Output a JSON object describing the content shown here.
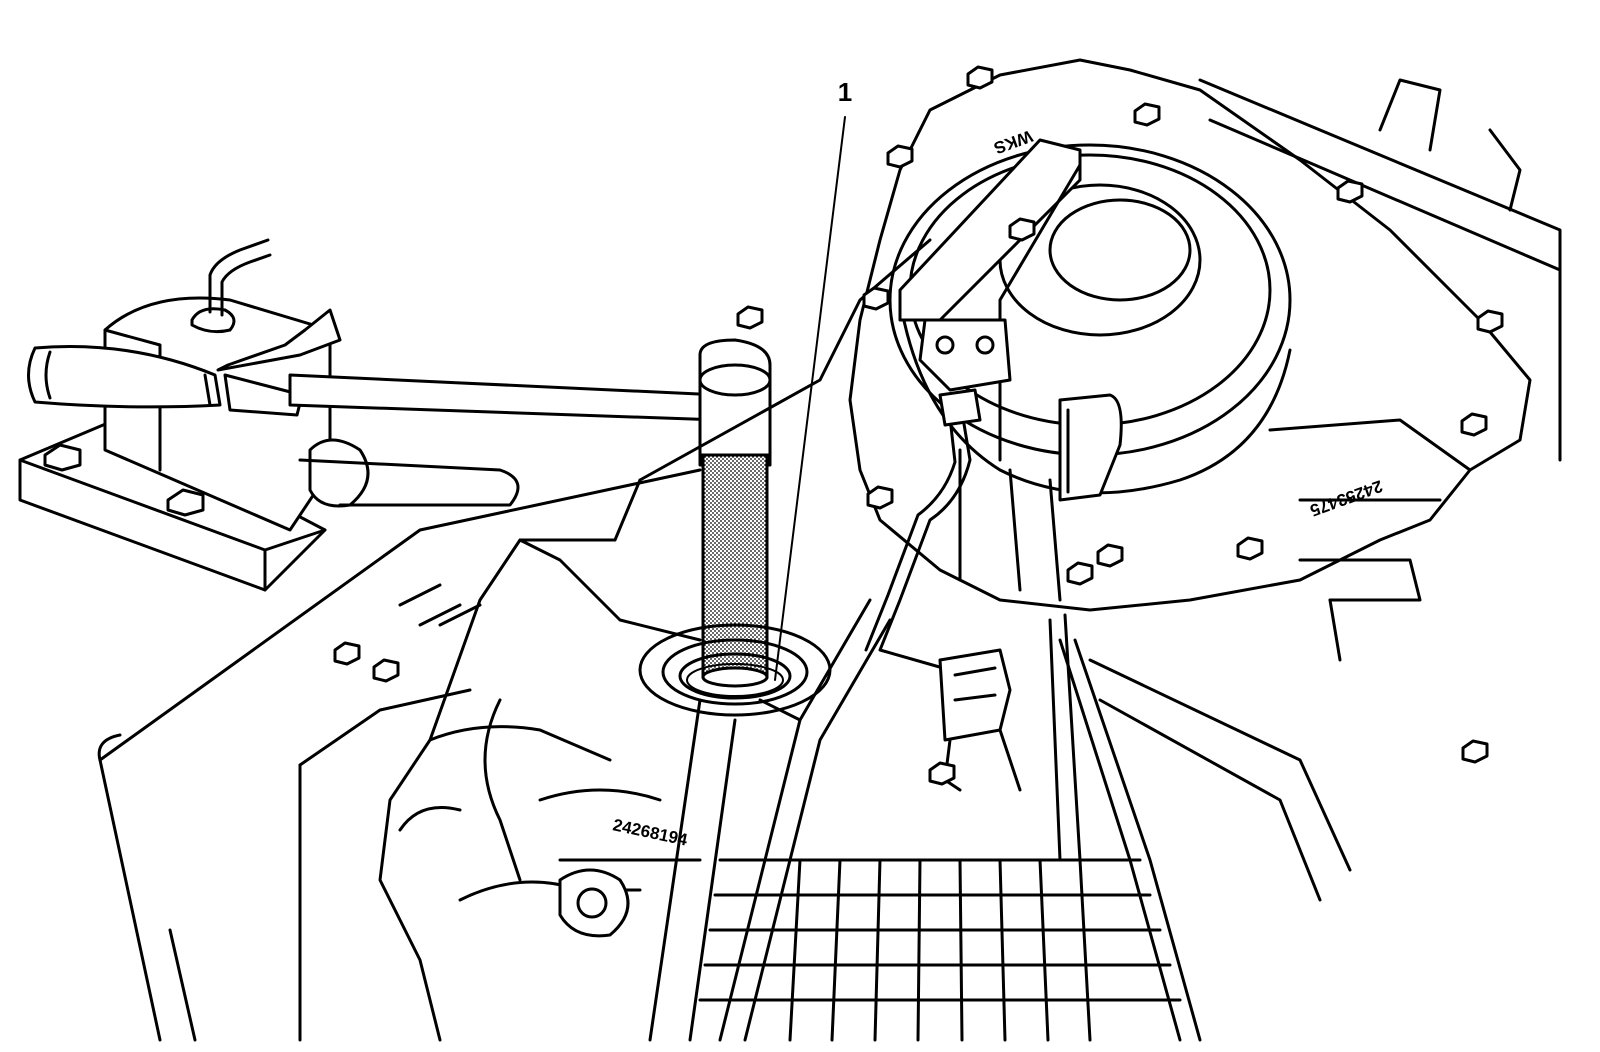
{
  "callouts": [
    {
      "label": "1"
    }
  ],
  "stamped_markings": {
    "cover_upper": "WKS",
    "cover_right": "24253475",
    "case_front": "24268194"
  }
}
